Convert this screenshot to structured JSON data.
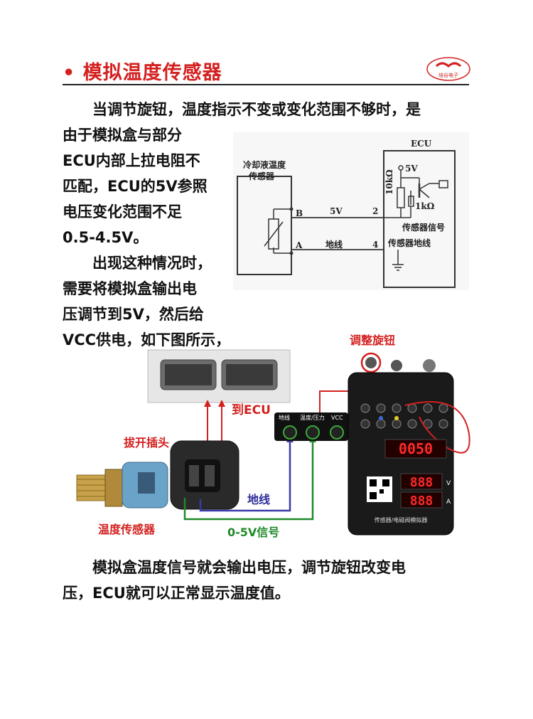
{
  "header": {
    "title": "• 模拟温度传感器",
    "logo_text": "培谷电子"
  },
  "intro": {
    "line1": "当调节旋钮，温度指示不变或变化范围不够时，是",
    "block": [
      "由于模拟盒与部分",
      "ECU内部上拉电阻不",
      "匹配，ECU的5V参照",
      "电压变化范围不足",
      "0.5-4.5V。"
    ],
    "block2": [
      "出现这种情况时，",
      "需要将模拟盒输出电",
      "压调节到5V，然后给",
      "VCC供电，如下图所示，"
    ]
  },
  "circuit": {
    "sensor_label_1": "冷却液温度",
    "sensor_label_2": "传感器",
    "ecu_label": "ECU",
    "pin_b": "B",
    "pin_a": "A",
    "v5_wire": "5V",
    "ground_wire": "地线",
    "pin_2": "2",
    "pin_4": "4",
    "v5_source": "5V",
    "r1": "10kΩ",
    "r2": "1kΩ",
    "signal": "传感器信号",
    "ground": "传感器地线"
  },
  "photo": {
    "to_ecu": "到ECU",
    "unplug": "拔开插头",
    "temp_sensor": "温度传感器",
    "ground_line": "地线",
    "signal_line": "0-5V信号",
    "adjust_knob": "调整旋钮",
    "term_ground": "地线",
    "term_temp": "温度/压力",
    "term_vcc": "VCC",
    "display_top": "0050",
    "display_mid": "888",
    "display_bot": "888",
    "device_name": "传感器/电磁阀模拟器",
    "unit_v": "V",
    "unit_a": "A"
  },
  "footer": {
    "lines": [
      "模拟盒温度信号就会输出电压，调节旋钮改变电",
      "压，ECU就可以正常显示温度值。"
    ]
  }
}
